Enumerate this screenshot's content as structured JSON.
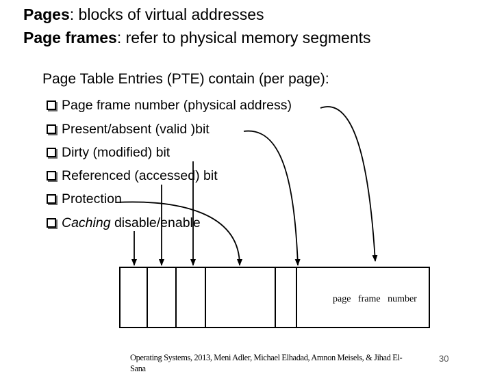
{
  "title": {
    "line1_bold": "Pages",
    "line1_rest": ": blocks of virtual addresses",
    "line2_bold": "Page frames",
    "line2_rest": ": refer to physical memory segments"
  },
  "subtitle": "Page Table Entries (PTE) contain (per page):",
  "bullets": [
    {
      "text": "Page frame number (physical address)"
    },
    {
      "text": "Present/absent (valid )bit"
    },
    {
      "text": "Dirty  (modified) bit"
    },
    {
      "text": "Referenced  (accessed) bit"
    },
    {
      "text": "Protection"
    },
    {
      "italic": "Caching",
      "text": " disable/enable"
    }
  ],
  "bullet_icon": "checkbox-square-icon",
  "pte_diagram": {
    "field_label": "page   frame   number"
  },
  "footer": {
    "credit": "Operating Systems, 2013, Meni Adler, Michael Elhadad, Amnon Meisels, & Jihad El-Sana",
    "page_number": "30"
  }
}
